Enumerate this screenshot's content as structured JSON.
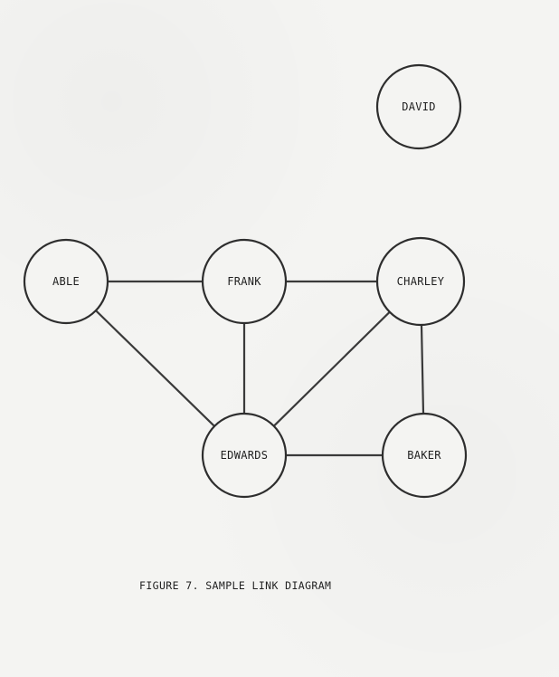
{
  "diagram": {
    "nodes": [
      {
        "id": "able",
        "label": "ABLE"
      },
      {
        "id": "frank",
        "label": "FRANK"
      },
      {
        "id": "charley",
        "label": "CHARLEY"
      },
      {
        "id": "david",
        "label": "DAVID"
      },
      {
        "id": "edwards",
        "label": "EDWARDS"
      },
      {
        "id": "baker",
        "label": "BAKER"
      }
    ],
    "edges": [
      {
        "from": "able",
        "to": "frank"
      },
      {
        "from": "frank",
        "to": "charley"
      },
      {
        "from": "able",
        "to": "edwards"
      },
      {
        "from": "frank",
        "to": "edwards"
      },
      {
        "from": "charley",
        "to": "edwards"
      },
      {
        "from": "charley",
        "to": "baker"
      },
      {
        "from": "edwards",
        "to": "baker"
      }
    ]
  },
  "caption": "FIGURE 7.  SAMPLE LINK DIAGRAM"
}
